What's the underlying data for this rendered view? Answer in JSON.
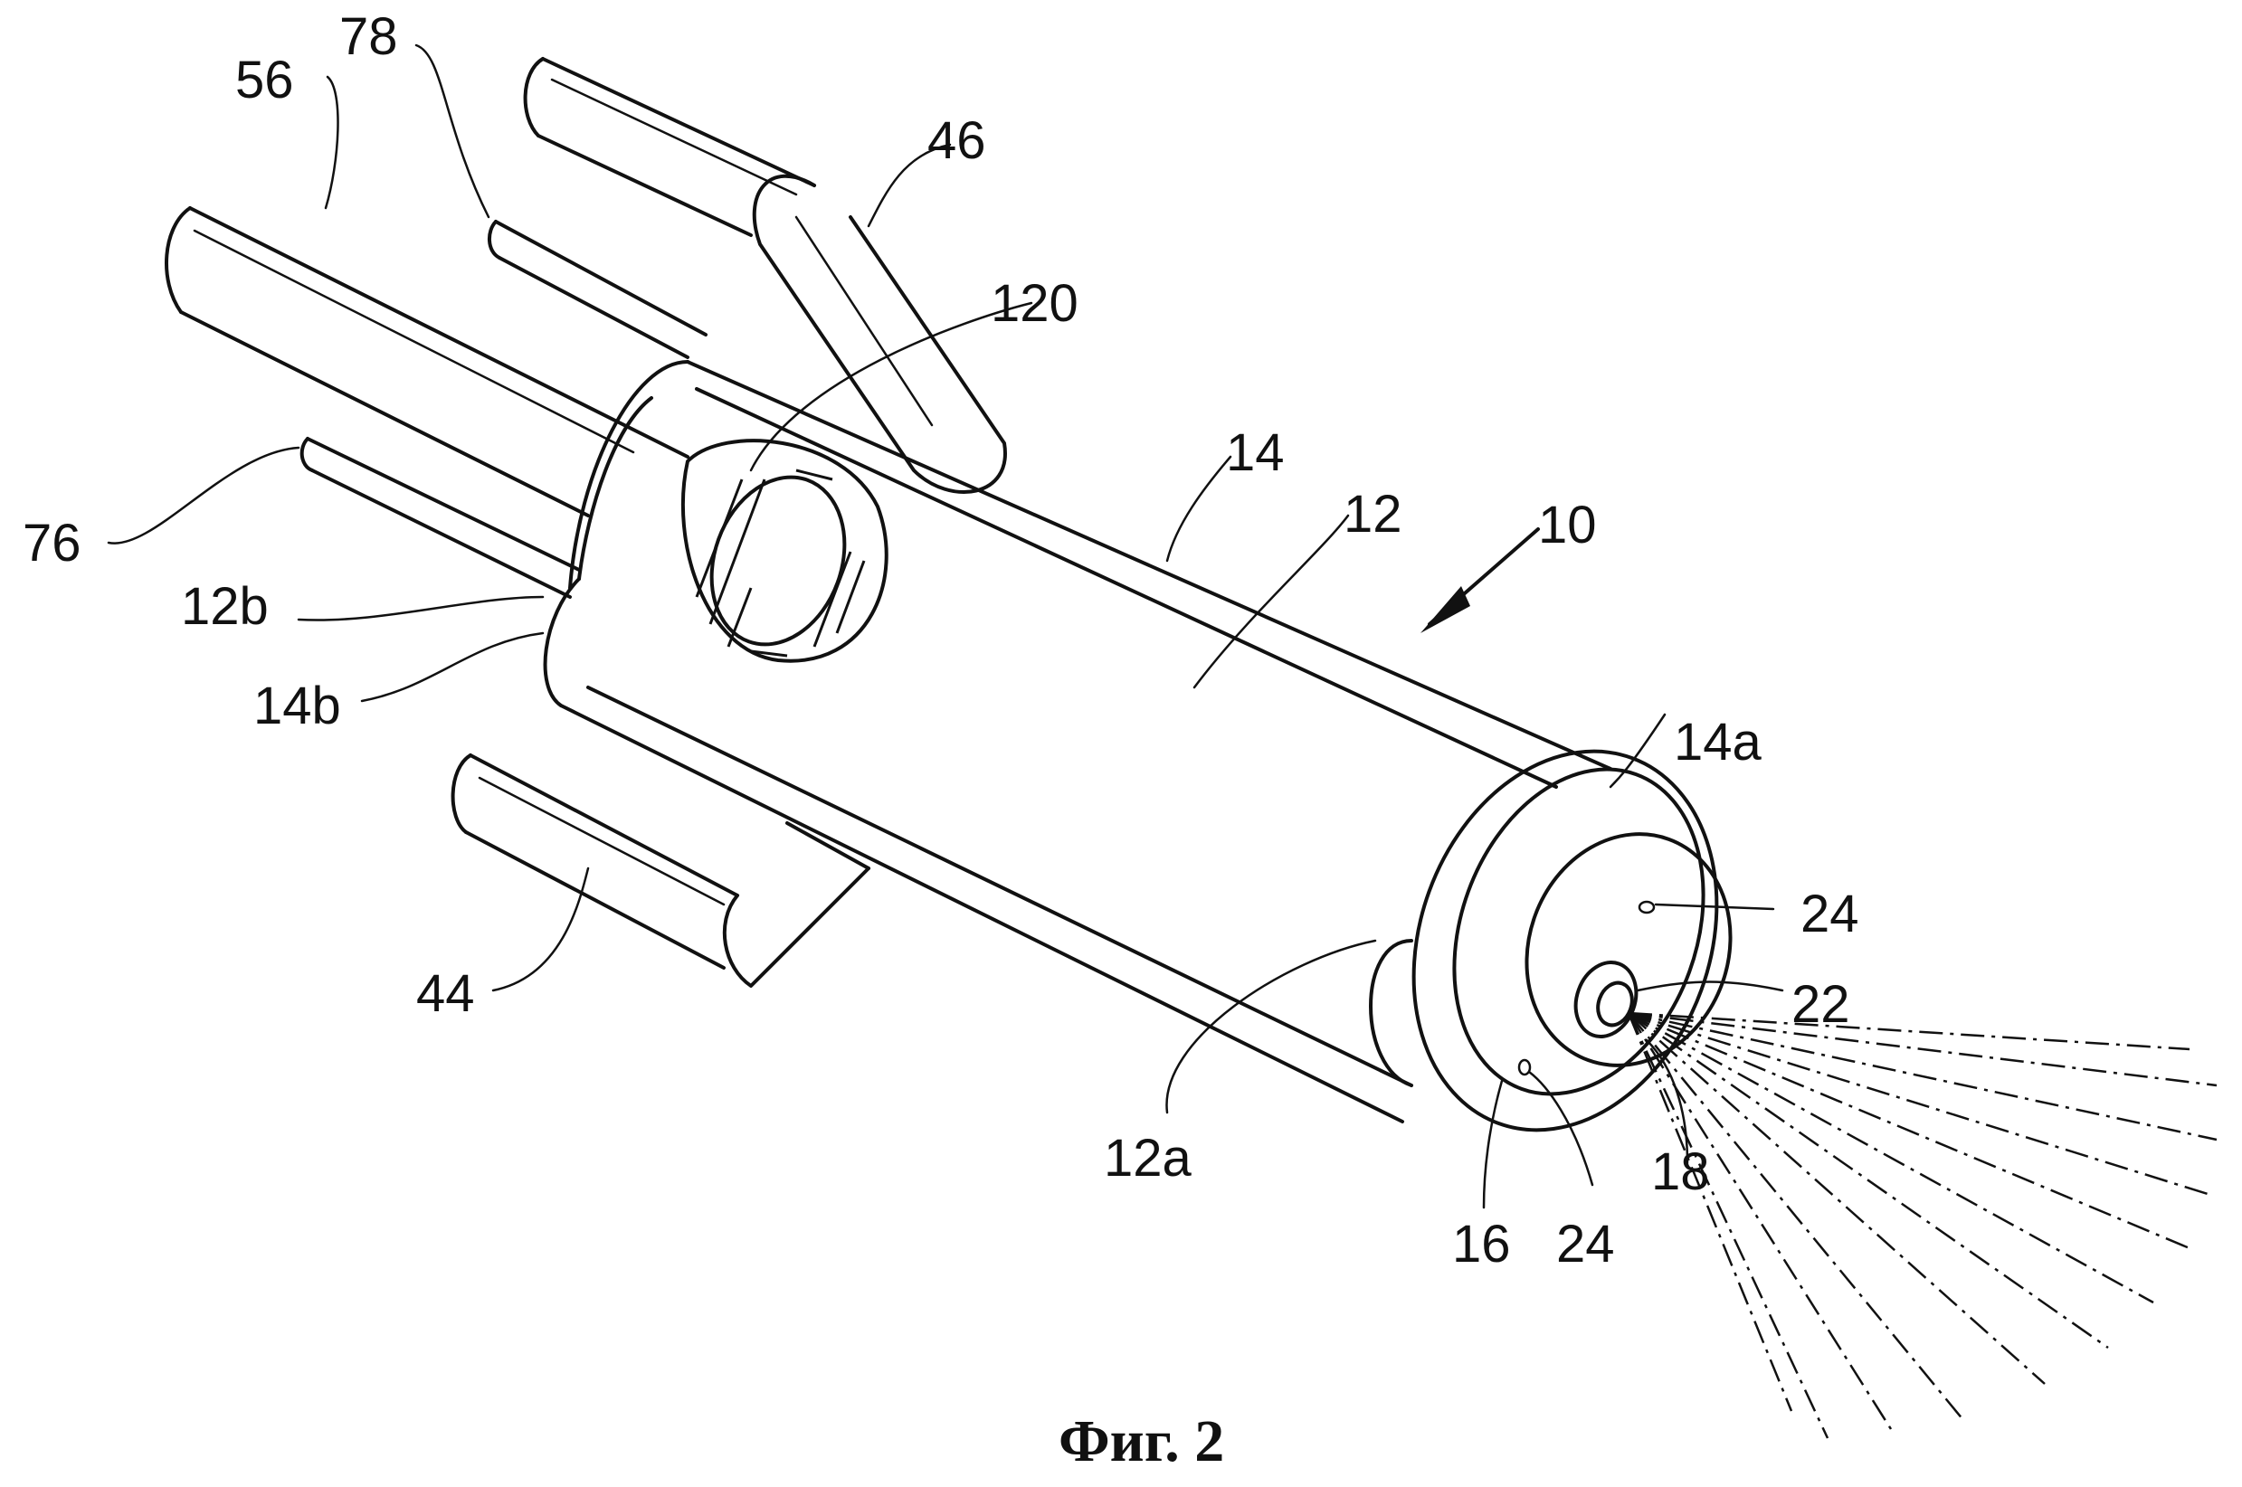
{
  "caption": "Фиг. 2",
  "labels": {
    "l56": "56",
    "l78": "78",
    "l46": "46",
    "l120": "120",
    "l14": "14",
    "l12": "12",
    "l10": "10",
    "l76": "76",
    "l12b": "12b",
    "l14b": "14b",
    "l14a": "14a",
    "l24_top": "24",
    "l22": "22",
    "l12a": "12a",
    "l18": "18",
    "l16": "16",
    "l24_bottom": "24",
    "l44": "44"
  }
}
